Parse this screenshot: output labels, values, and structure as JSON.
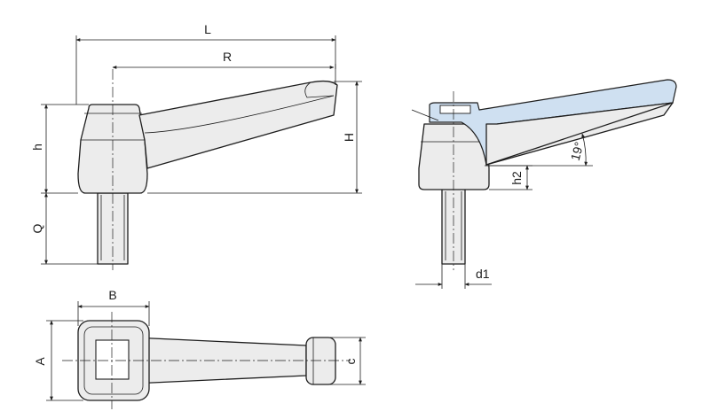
{
  "labels": {
    "L": "L",
    "R": "R",
    "H": "H",
    "h": "h",
    "Q": "Q",
    "h2": "h2",
    "angle": "19°",
    "d1": "d1",
    "B": "B",
    "A": "A",
    "c": "c"
  },
  "colors": {
    "outline": "#1e1e1e",
    "body_fill": "#ececec",
    "section_fill": "#cfe0f1"
  }
}
